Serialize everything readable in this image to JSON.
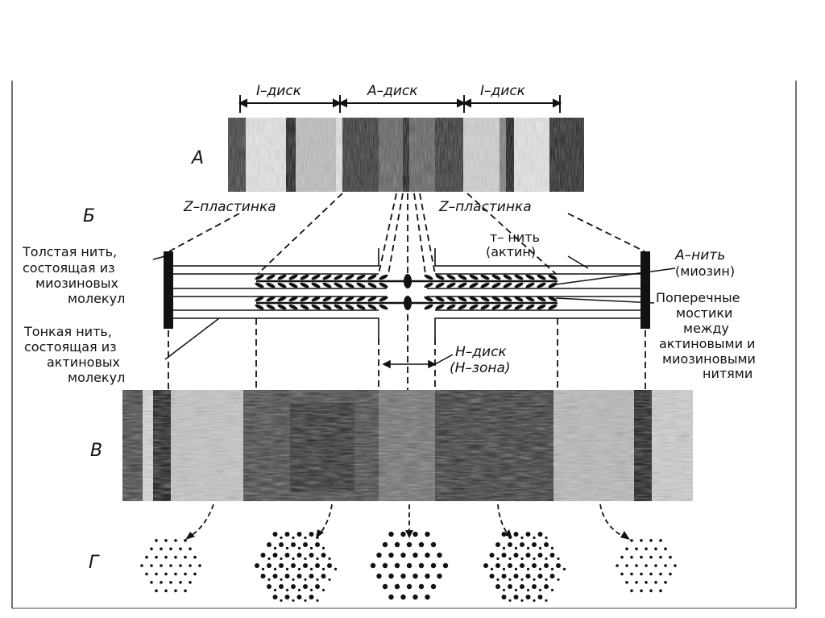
{
  "headers": {
    "i_disk_left": "I–диск",
    "a_disk": "А–диск",
    "i_disk_right": "I–диск"
  },
  "panels": {
    "a": "А",
    "b": "Б",
    "v": "В",
    "g": "Г"
  },
  "z_plate_left": "Z–пластинка",
  "z_plate_right": "Z–пластинка",
  "left_labels": {
    "thick": [
      "Толстая нить,",
      "состоящая из",
      "миозиновых",
      "молекул"
    ],
    "thin": [
      "Тонкая нить,",
      "состоящая из",
      "актиновых",
      "молекул"
    ]
  },
  "right_labels": {
    "t_filament": [
      "т– нить",
      "(актин)"
    ],
    "a_filament": [
      "А–нить",
      "(миозин)"
    ],
    "cross_bridges": [
      "Поперечные",
      "мостики",
      "между",
      "актиновыми и",
      "миозиновыми",
      "нитями"
    ]
  },
  "h_disk": [
    "Н–диск",
    "(Н–зона)"
  ],
  "colors": {
    "ink": "#111111",
    "paper": "#ffffff",
    "frame": "#222222"
  }
}
